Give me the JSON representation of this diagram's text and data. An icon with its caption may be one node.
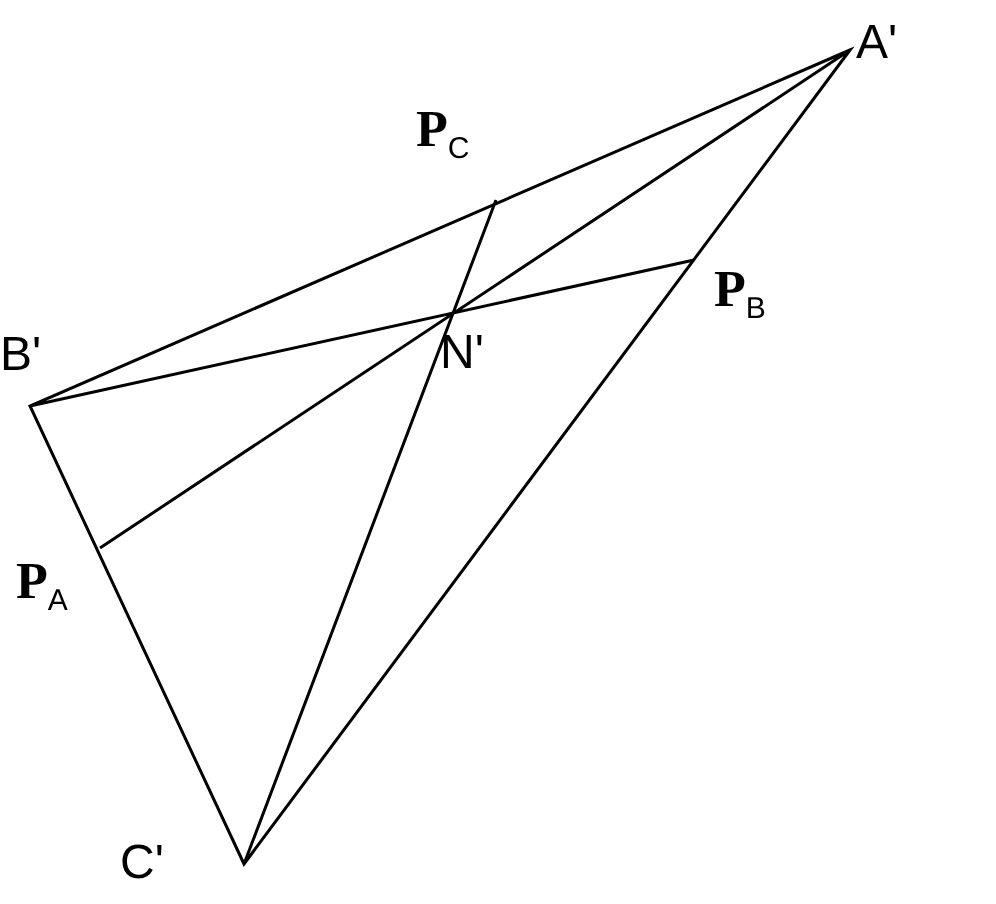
{
  "diagram": {
    "labels": [
      "A'",
      "P$_{C}$",
      "B'",
      "N'",
      "P$_{B}$",
      "P$_{A}$",
      "C'"
    ]
  }
}
